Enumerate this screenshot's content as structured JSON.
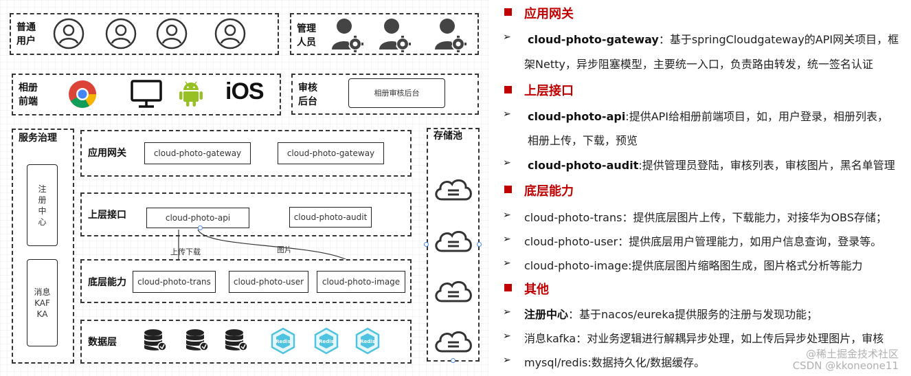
{
  "diagram": {
    "rows": {
      "users": {
        "label": "普通\n用户",
        "icon": "user-icon"
      },
      "admins": {
        "label": "管理\n人员",
        "icon": "admin-gear-icon"
      },
      "frontend": {
        "label": "相册\n前端",
        "ios_text": "iOS",
        "icons": [
          "chrome-icon",
          "monitor-icon",
          "android-icon",
          "ios-icon"
        ]
      },
      "review": {
        "label": "审核\n后台",
        "box": "相册审核后台"
      },
      "governance": {
        "label": "服务治理",
        "registry": "注\n册\n中\n心",
        "mq": "消息\nKAF\nKA"
      },
      "gateway": {
        "label": "应用网关",
        "boxes": [
          "cloud-photo-gateway",
          "cloud-photo-gateway"
        ]
      },
      "upper": {
        "label": "上层接口",
        "boxes": [
          "cloud-photo-api",
          "cloud-photo-audit"
        ]
      },
      "lower": {
        "label": "底层能力",
        "boxes": [
          "cloud-photo-trans",
          "cloud-photo-user",
          "cloud-photo-image"
        ]
      },
      "data": {
        "label": "数据层",
        "icons": [
          "database-icon",
          "database-icon",
          "database-icon",
          "redis-icon",
          "redis-icon",
          "redis-icon"
        ],
        "redis_text": "Redis"
      },
      "storage": {
        "label": "存储池",
        "icon": "cloud-storage-icon"
      }
    },
    "arrows": {
      "upload_download": "上传下载",
      "image": "图片"
    }
  },
  "description": {
    "sections": [
      {
        "title": "应用网关",
        "items": [
          {
            "bold": "cloud-photo-gateway",
            "text": "：基于springCloudgateway的API网关项目，框",
            "cont": "架Netty，异步阻塞模型，主要统一入口，负责路由转发，统一签名认证"
          }
        ]
      },
      {
        "title": "上层接口",
        "items": [
          {
            "bold": "cloud-photo-api",
            "text": ":提供API给相册前端项目，如，用户登录，相册列表，",
            "cont": "相册上传，下载，预览"
          },
          {
            "bold": "cloud-photo-audit",
            "text": ":提供管理员登陆，审核列表，审核图片，黑名单管理"
          }
        ]
      },
      {
        "title": "底层能力",
        "items": [
          {
            "text": "cloud-photo-trans：提供底层图片上传，下载能力，对接华为OBS存储；"
          },
          {
            "text": "cloud-photo-user：提供底层用户管理能力，如用户信息查询，登录等。"
          },
          {
            "text": "cloud-photo-image:提供底层图片缩略图生成，图片格式分析等能力"
          }
        ]
      },
      {
        "title": "其他",
        "items": [
          {
            "bold": "注册中心",
            "text": "：基于nacos/eureka提供服务的注册与发现功能；"
          },
          {
            "text": "消息kafka：对业务逻辑进行解耦异步处理，如上传后异步处理图片，审核"
          },
          {
            "text": "mysql/redis:数据持久化/数据缓存。"
          }
        ]
      }
    ],
    "bullet": "➢"
  },
  "watermark": {
    "line1": "@稀土掘金技术社区",
    "line2": "CSDN @kkoneone11"
  },
  "colors": {
    "accent": "#c00000",
    "redis": "#4fc3e0",
    "icon_dark": "#333333"
  }
}
